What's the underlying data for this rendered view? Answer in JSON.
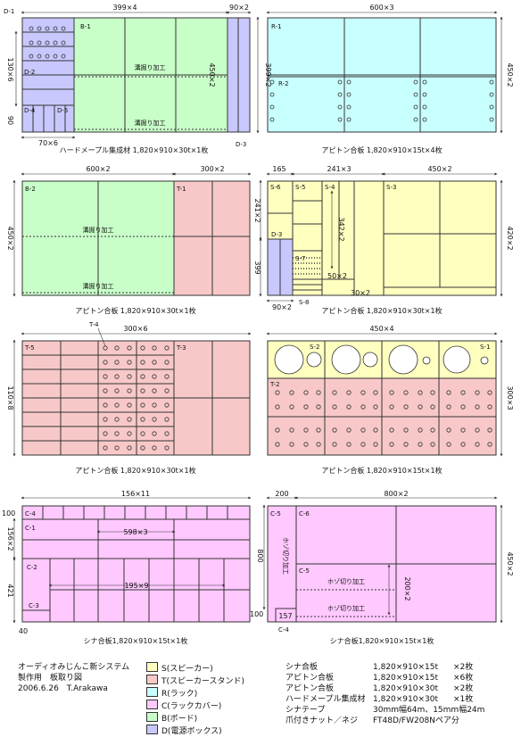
{
  "colors": {
    "S": "#ffffc0",
    "T": "#f8c8c8",
    "R": "#c8ffff",
    "C": "#ffc8ff",
    "B": "#c8ffc8",
    "D": "#c8c8ff"
  },
  "panels": {
    "p1": {
      "caption": "ハードメープル集成材 1,820×910×30t×1枚",
      "top": "399×4",
      "top2": "90×2",
      "left": "130×6",
      "right": "399×2",
      "bottom": "70×6",
      "left_small": "90",
      "lab_d1": "D-1",
      "lab_d2": "D-2",
      "lab_d3": "D-3",
      "lab_d4": "D-4",
      "lab_d5": "D-5",
      "lab_b1": "B-1",
      "groove1": "溝掘り加工",
      "groove2": "溝掘り加工",
      "inner": "450×2"
    },
    "p2": {
      "caption": "アピトン合板 1,820×910×15t×4枚",
      "top": "600×3",
      "right": "450×2",
      "lab_r1": "R-1",
      "lab_r2": "R-2"
    },
    "p3": {
      "caption": "アピトン合板 1,820×910×30t×1枚",
      "top1": "600×2",
      "top2": "300×2",
      "left": "450×2",
      "lab_b2": "B-2",
      "lab_t1": "T-1",
      "groove1": "溝掘り加工",
      "groove2": "溝掘り加工"
    },
    "p4": {
      "caption": "アピトン合板 1,820×910×30t×1枚",
      "top1": "165",
      "top2": "241×3",
      "top3": "450×2",
      "left1": "241×2",
      "left2": "399",
      "right": "420×2",
      "inner1": "342×2",
      "inner2": "50×2",
      "inner3": "30×2",
      "bottom": "90×2",
      "lab_s6": "S-6",
      "lab_s5": "S-5",
      "lab_s4": "S-4",
      "lab_s3": "S-3",
      "lab_d3": "D-3",
      "lab_s7": "S-7",
      "lab_s8": "S-8"
    },
    "p5": {
      "caption": "アピトン合板 1,820×910×30t×1枚",
      "top": "300×6",
      "left": "110×8",
      "lab_t4": "T-4",
      "lab_t5": "T-5",
      "lab_t3": "T-3"
    },
    "p6": {
      "caption": "アピトン合板 1,820×910×15t×1枚",
      "top": "450×4",
      "right": "300×3",
      "lab_s2": "S-2",
      "lab_s1": "S-1",
      "lab_t2": "T-2"
    },
    "p7": {
      "caption": "シナ合板1,820×910×15t×1枚",
      "top": "156×11",
      "left1": "100",
      "left2": "156×2",
      "left3": "421",
      "bottom": "40",
      "inner1": "598×3",
      "inner2": "195×9",
      "lab_c4": "C-4",
      "lab_c1": "C-1",
      "lab_c2": "C-2",
      "lab_c3": "C-3"
    },
    "p8": {
      "caption": "シナ合板1,820×910×15t×1枚",
      "top1": "200",
      "top2": "800×2",
      "left1": "800",
      "left2": "100",
      "right": "450×2",
      "inner": "200×2",
      "box": "157",
      "lab_c5a": "C-5",
      "lab_c6": "C-6",
      "lab_c5b": "C-5",
      "lab_c4": "C-4",
      "hozo_v": "ホゾ切り加工",
      "hozo1": "ホゾ切り加工",
      "hozo2": "ホゾ切り加工"
    }
  },
  "footer": {
    "title": "オーディオみじんこ新システム",
    "subtitle": "製作用　板取り図",
    "date": "2006.6.26　T.Arakawa",
    "legend": [
      {
        "key": "S",
        "label": "S(スピーカー)"
      },
      {
        "key": "T",
        "label": "T(スピーカースタンド)"
      },
      {
        "key": "R",
        "label": "R(ラック)"
      },
      {
        "key": "C",
        "label": "C(ラックカバー)"
      },
      {
        "key": "B",
        "label": "B(ボード)"
      },
      {
        "key": "D",
        "label": "D(電源ボックス)"
      }
    ],
    "materials": [
      {
        "name": "シナ合板",
        "spec": "1,820×910×15t",
        "qty": "×2枚"
      },
      {
        "name": "アピトン合板",
        "spec": "1,820×910×15t",
        "qty": "×6枚"
      },
      {
        "name": "アピトン合板",
        "spec": "1,820×910×30t",
        "qty": "×2枚"
      },
      {
        "name": "ハードメープル集成材",
        "spec": "1,820×910×30t",
        "qty": "×1枚"
      },
      {
        "name": "シナテープ",
        "spec": "30mm幅64m、15mm幅24m",
        "qty": ""
      },
      {
        "name": "爪付きナット／ネジ",
        "spec": "FT48D/FW208Nペア分",
        "qty": ""
      }
    ]
  }
}
